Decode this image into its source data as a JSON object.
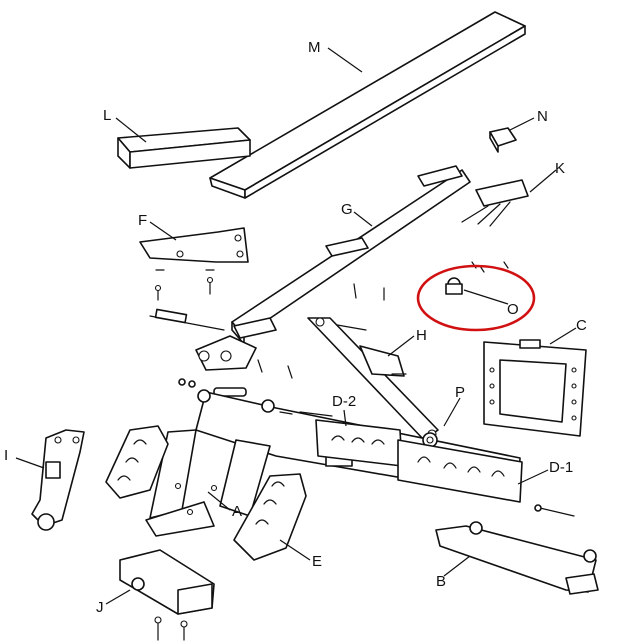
{
  "diagram": {
    "labels": {
      "M": "M",
      "L": "L",
      "N": "N",
      "K": "K",
      "F": "F",
      "G": "G",
      "O": "O",
      "C": "C",
      "H": "H",
      "D2": "D-2",
      "P": "P",
      "I": "I",
      "D1": "D-1",
      "A": "A",
      "E": "E",
      "B": "B",
      "J": "J"
    },
    "highlight_color": "#d11111"
  }
}
